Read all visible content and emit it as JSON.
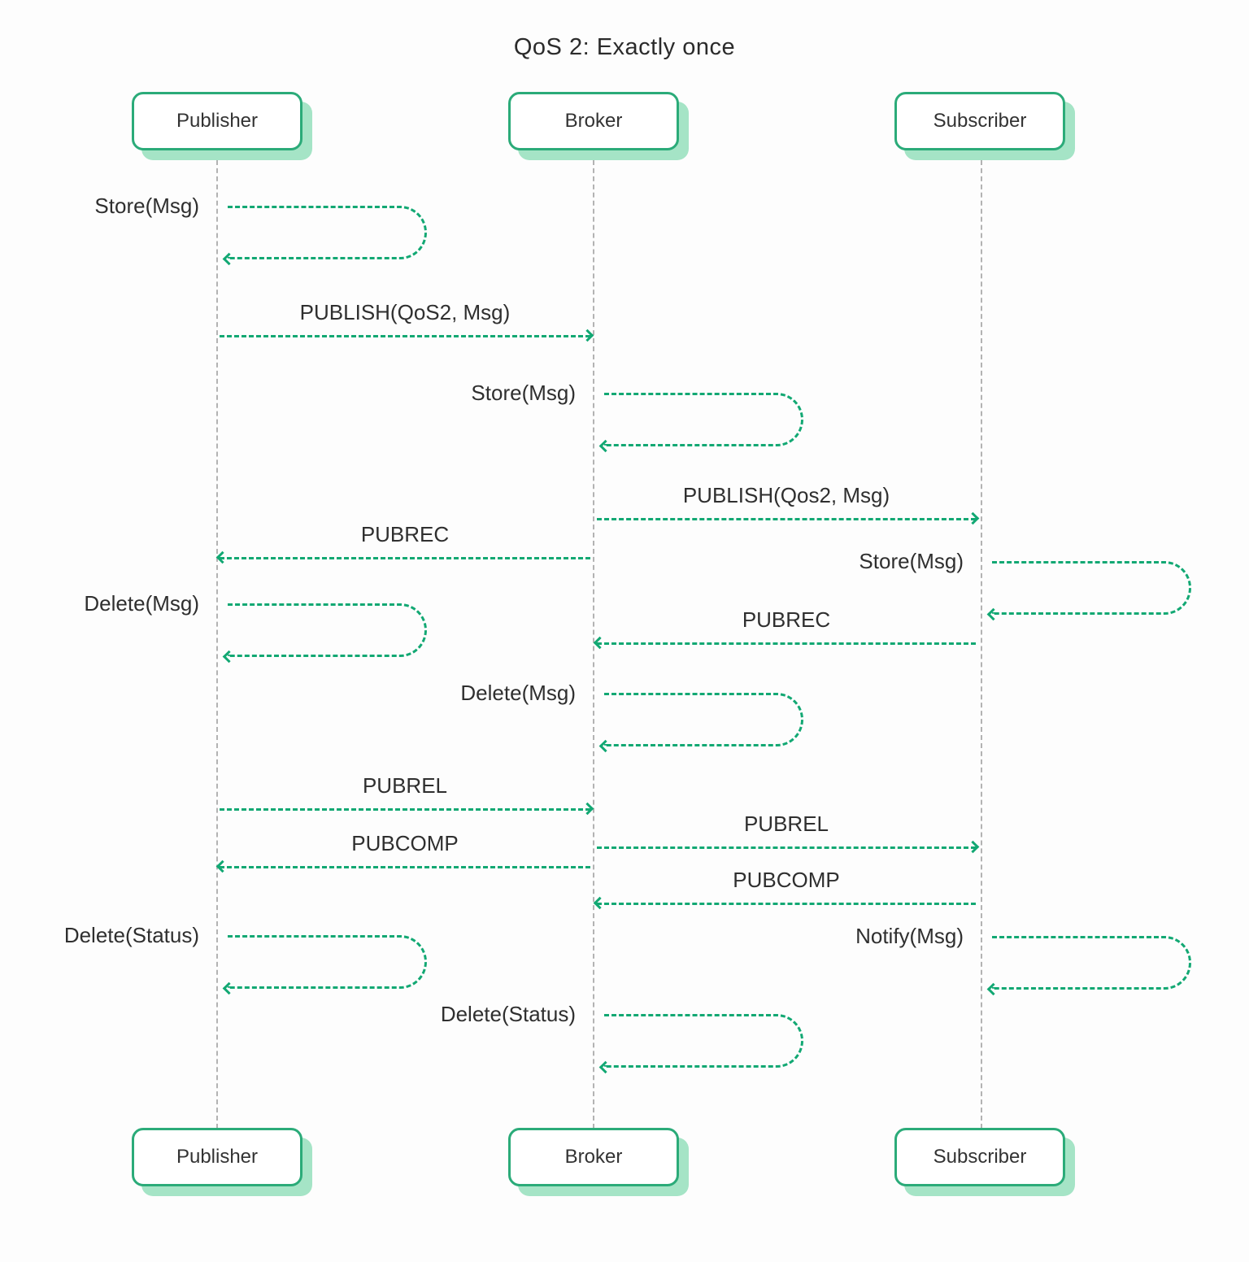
{
  "title": "QoS 2: Exactly once",
  "colors": {
    "arrow_green": "#12a873",
    "actor_border_green": "#2bab79",
    "actor_shadow_mint": "#a5e4c6",
    "lifeline_gray": "#b3b3b3",
    "text": "#2f2f2f"
  },
  "actors": [
    {
      "name": "Publisher"
    },
    {
      "name": "Broker"
    },
    {
      "name": "Subscriber"
    }
  ],
  "messages": [
    {
      "label": "Store(Msg)",
      "from": "Publisher",
      "to": "Publisher",
      "kind": "self-loop"
    },
    {
      "label": "PUBLISH(QoS2, Msg)",
      "from": "Publisher",
      "to": "Broker",
      "kind": "arrow-right"
    },
    {
      "label": "Store(Msg)",
      "from": "Broker",
      "to": "Broker",
      "kind": "self-loop"
    },
    {
      "label": "PUBLISH(Qos2, Msg)",
      "from": "Broker",
      "to": "Subscriber",
      "kind": "arrow-right"
    },
    {
      "label": "PUBREC",
      "from": "Broker",
      "to": "Publisher",
      "kind": "arrow-left"
    },
    {
      "label": "Store(Msg)",
      "from": "Subscriber",
      "to": "Subscriber",
      "kind": "self-loop"
    },
    {
      "label": "Delete(Msg)",
      "from": "Publisher",
      "to": "Publisher",
      "kind": "self-loop"
    },
    {
      "label": "PUBREC",
      "from": "Subscriber",
      "to": "Broker",
      "kind": "arrow-left"
    },
    {
      "label": "Delete(Msg)",
      "from": "Broker",
      "to": "Broker",
      "kind": "self-loop"
    },
    {
      "label": "PUBREL",
      "from": "Publisher",
      "to": "Broker",
      "kind": "arrow-right"
    },
    {
      "label": "PUBREL",
      "from": "Broker",
      "to": "Subscriber",
      "kind": "arrow-right"
    },
    {
      "label": "PUBCOMP",
      "from": "Broker",
      "to": "Publisher",
      "kind": "arrow-left"
    },
    {
      "label": "PUBCOMP",
      "from": "Subscriber",
      "to": "Broker",
      "kind": "arrow-left"
    },
    {
      "label": "Delete(Status)",
      "from": "Publisher",
      "to": "Publisher",
      "kind": "self-loop"
    },
    {
      "label": "Notify(Msg)",
      "from": "Subscriber",
      "to": "Subscriber",
      "kind": "self-loop"
    },
    {
      "label": "Delete(Status)",
      "from": "Broker",
      "to": "Broker",
      "kind": "self-loop"
    }
  ]
}
